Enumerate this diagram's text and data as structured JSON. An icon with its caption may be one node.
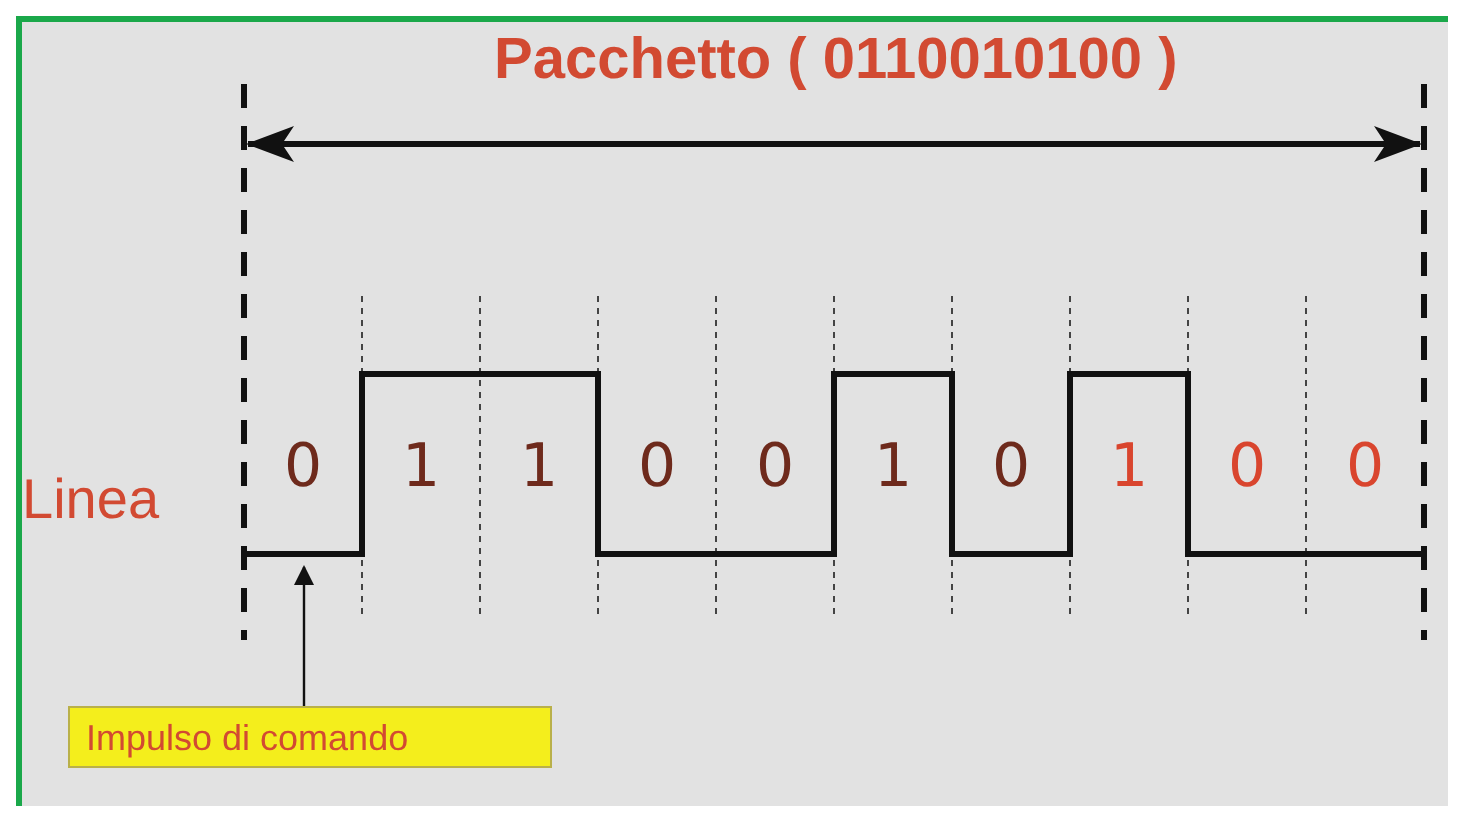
{
  "diagram": {
    "nodes": [
      {
        "text": [],
        "shape": "line"
      },
      {
        "text": [
          "Impulso di comando"
        ]
      }
    ],
    "edges": [
      {
        "from": 1,
        "to": 0,
        "arrow": "to"
      }
    ],
    "labels": [
      "Pacchetto ( 0110010100 )",
      "Linea",
      "0",
      "1",
      "1",
      "0",
      "0",
      "1",
      "0",
      "1",
      "0",
      "0"
    ]
  }
}
